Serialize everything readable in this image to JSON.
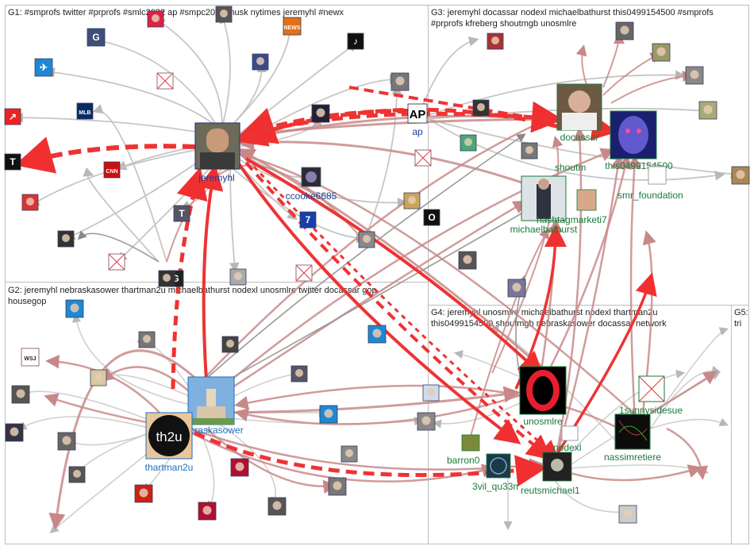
{
  "groups": [
    {
      "id": "G1",
      "lines": [
        "G1: #smprofs twitter #prprofs #smlc2022 ap #smpc2023 musk nytimes jeremyhl #newx"
      ]
    },
    {
      "id": "G2",
      "lines": [
        "G2: jeremyhl nebraskasower thartman2u michaelbathurst nodexl unosmlre twitter docassar gop",
        "housegop"
      ]
    },
    {
      "id": "G3",
      "lines": [
        "G3: jeremyhl docassar nodexl michaelbathurst this0499154500 #smprofs",
        "#prprofs kfreberg shoutmgb unosmlre"
      ]
    },
    {
      "id": "G4",
      "lines": [
        "G4: jeremyhl unosmlre michaelbathurst nodexl thartman2u",
        "this0499154500 shoutmgb nebraskasower docassar network"
      ]
    },
    {
      "id": "G5",
      "lines": [
        "G5:",
        "tri"
      ]
    }
  ],
  "nodes": [
    {
      "id": "jeremyhl",
      "label": "jeremyhl",
      "color": "#1b3f8f",
      "big": true
    },
    {
      "id": "ap",
      "label": "ap",
      "color": "#1b3f8f",
      "glyph": "AP"
    },
    {
      "id": "ccooke6685",
      "label": "ccooke6685",
      "color": "#1b3f8f"
    },
    {
      "id": "docassar",
      "label": "docassar",
      "color": "#1a7a3a",
      "big": true
    },
    {
      "id": "this0499154500",
      "label": "this0499154500",
      "color": "#1a7a3a",
      "big": true
    },
    {
      "id": "shoutmgb",
      "label": "shoutm",
      "color": "#1a7a3a"
    },
    {
      "id": "michaelbathurst",
      "label": "michaelbathurst",
      "color": "#1a7a3a",
      "big": true
    },
    {
      "id": "hashtagmarketi7",
      "label": "hashtagmarketi7",
      "color": "#1a7a3a"
    },
    {
      "id": "smr_foundation",
      "label": "smr_foundation",
      "color": "#1a7a3a"
    },
    {
      "id": "nebraskasower",
      "label": "nebraskasower",
      "color": "#1e6fbf",
      "big": true
    },
    {
      "id": "thartman2u",
      "label": "thartman2u",
      "color": "#1e6fbf",
      "big": true,
      "glyph": "th2u"
    },
    {
      "id": "unosmlre",
      "label": "unosmlre",
      "color": "#1a7a3a",
      "big": true
    },
    {
      "id": "nodexl",
      "label": "nodexl",
      "color": "#1a7a3a"
    },
    {
      "id": "nassimretiere",
      "label": "nassimretiere",
      "color": "#1a7a3a",
      "big": true
    },
    {
      "id": "1sunnysidesue",
      "label": "1sunnysidesue",
      "color": "#1a7a3a",
      "big": true
    },
    {
      "id": "barron0",
      "label": "barron0",
      "color": "#1a7a3a"
    },
    {
      "id": "3vil_qu33n",
      "label": "3vil_qu33n",
      "color": "#1a7a3a"
    },
    {
      "id": "reutsmichael1",
      "label": "reutsmichael1",
      "color": "#1a7a3a"
    }
  ],
  "minor_nodes": [
    {
      "glyph": "G",
      "color": "#3d4f7a"
    },
    {
      "glyph": "",
      "color": "#d24"
    },
    {
      "glyph": "",
      "color": "#555"
    },
    {
      "glyph": "NEWS",
      "color": "#e0701a"
    },
    {
      "glyph": "♪",
      "color": "#111"
    },
    {
      "glyph": "✈",
      "color": "#1e88d4"
    },
    {
      "glyph": "",
      "color": "#3a4a8a"
    },
    {
      "glyph": "✕",
      "color": "#ffffff"
    },
    {
      "glyph": "",
      "color": "#777"
    },
    {
      "glyph": "MLB",
      "color": "#0a2a66"
    },
    {
      "glyph": "",
      "color": "#223"
    },
    {
      "glyph": "↗",
      "color": "#e22"
    },
    {
      "glyph": "T",
      "color": "#111"
    },
    {
      "glyph": "CNN",
      "color": "#cc1010"
    },
    {
      "glyph": "",
      "color": "#d33"
    },
    {
      "glyph": "T",
      "color": "#556"
    },
    {
      "glyph": "",
      "color": "#333"
    },
    {
      "glyph": "7",
      "color": "#1a3fa8"
    },
    {
      "glyph": "",
      "color": "#c9a45a"
    },
    {
      "glyph": "O",
      "color": "#111"
    },
    {
      "glyph": "✕",
      "color": "#ffffff"
    },
    {
      "glyph": "",
      "color": "#888"
    },
    {
      "glyph": "G",
      "color": "#222"
    },
    {
      "glyph": "",
      "color": "#aaa"
    },
    {
      "glyph": "✕",
      "color": "#ffffff"
    },
    {
      "glyph": "✕",
      "color": "#ffffff"
    },
    {
      "glyph": "",
      "color": "#556"
    },
    {
      "glyph": "",
      "color": "#333"
    },
    {
      "glyph": "",
      "color": "#777"
    },
    {
      "glyph": "",
      "color": "#444"
    },
    {
      "glyph": "",
      "color": "#1e88d4"
    },
    {
      "glyph": "",
      "color": "#1e88d4"
    },
    {
      "glyph": "WSJ",
      "color": "#ffffff"
    },
    {
      "glyph": "",
      "color": "#d8c9a0"
    },
    {
      "glyph": "",
      "color": "#555"
    },
    {
      "glyph": "",
      "color": "#334"
    },
    {
      "glyph": "",
      "color": "#0a2a66"
    },
    {
      "glyph": "",
      "color": "#666"
    },
    {
      "glyph": "",
      "color": "#555"
    },
    {
      "glyph": "",
      "color": "#1e88d4"
    },
    {
      "glyph": "",
      "color": "#b01030"
    },
    {
      "glyph": "",
      "color": "#c21"
    },
    {
      "glyph": "",
      "color": "#b01030"
    },
    {
      "glyph": "",
      "color": "#555"
    },
    {
      "glyph": "",
      "color": "#777"
    },
    {
      "glyph": "",
      "color": "#888"
    },
    {
      "glyph": "",
      "color": "#cde"
    },
    {
      "glyph": "",
      "color": "#888"
    },
    {
      "glyph": "",
      "color": "#555"
    },
    {
      "glyph": "",
      "color": "#779"
    },
    {
      "glyph": "",
      "color": "#a33"
    },
    {
      "glyph": "",
      "color": "#4a7"
    },
    {
      "glyph": "",
      "color": "#777"
    },
    {
      "glyph": "",
      "color": "#333"
    },
    {
      "glyph": "",
      "color": "#666"
    },
    {
      "glyph": "",
      "color": "#996"
    },
    {
      "glyph": "",
      "color": "#888"
    },
    {
      "glyph": "",
      "color": "#aa7"
    },
    {
      "glyph": "",
      "color": "#a85"
    },
    {
      "glyph": "",
      "color": "#ccc"
    }
  ]
}
